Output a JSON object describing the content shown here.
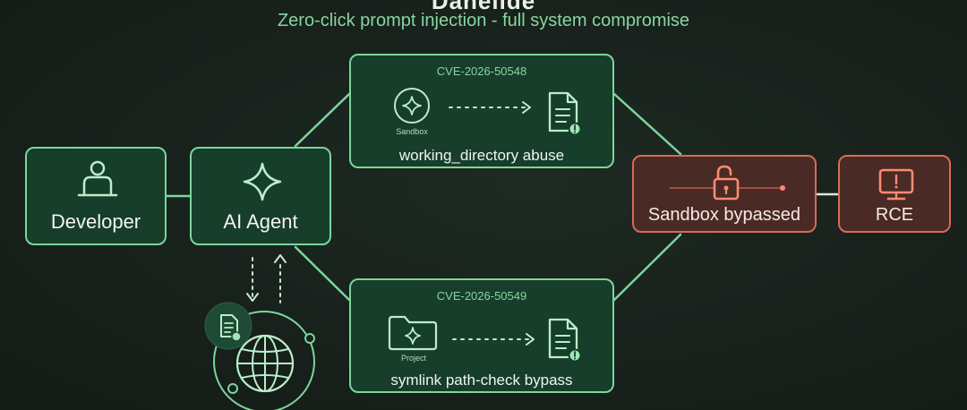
{
  "header": {
    "title": "Danelide",
    "subtitle": "Zero-click prompt injection - full system compromise"
  },
  "nodes": {
    "developer": {
      "label": "Developer",
      "icon": "user-at-laptop-icon"
    },
    "agent": {
      "label": "AI Agent",
      "icon": "sparkle-icon"
    },
    "path1": {
      "cve": "CVE-2026-50548",
      "source_label": "Sandbox",
      "description": "working_directory abuse",
      "source_icon": "sparkle-icon",
      "target_icon": "document-alert-icon"
    },
    "path2": {
      "cve": "CVE-2026-50549",
      "source_label": "Project",
      "description": "symlink path-check bypass",
      "source_icon": "folder-sparkle-icon",
      "target_icon": "document-alert-icon"
    },
    "sandbox": {
      "label": "Sandbox bypassed",
      "icon": "unlocked-padlock-icon"
    },
    "rce": {
      "label": "RCE",
      "icon": "monitor-alert-icon"
    }
  },
  "colors": {
    "background": "#18211c",
    "accent_green": "#7ad79a",
    "box_green": "#173d2b",
    "accent_red": "#d96b55",
    "box_red": "#4a2a24"
  }
}
